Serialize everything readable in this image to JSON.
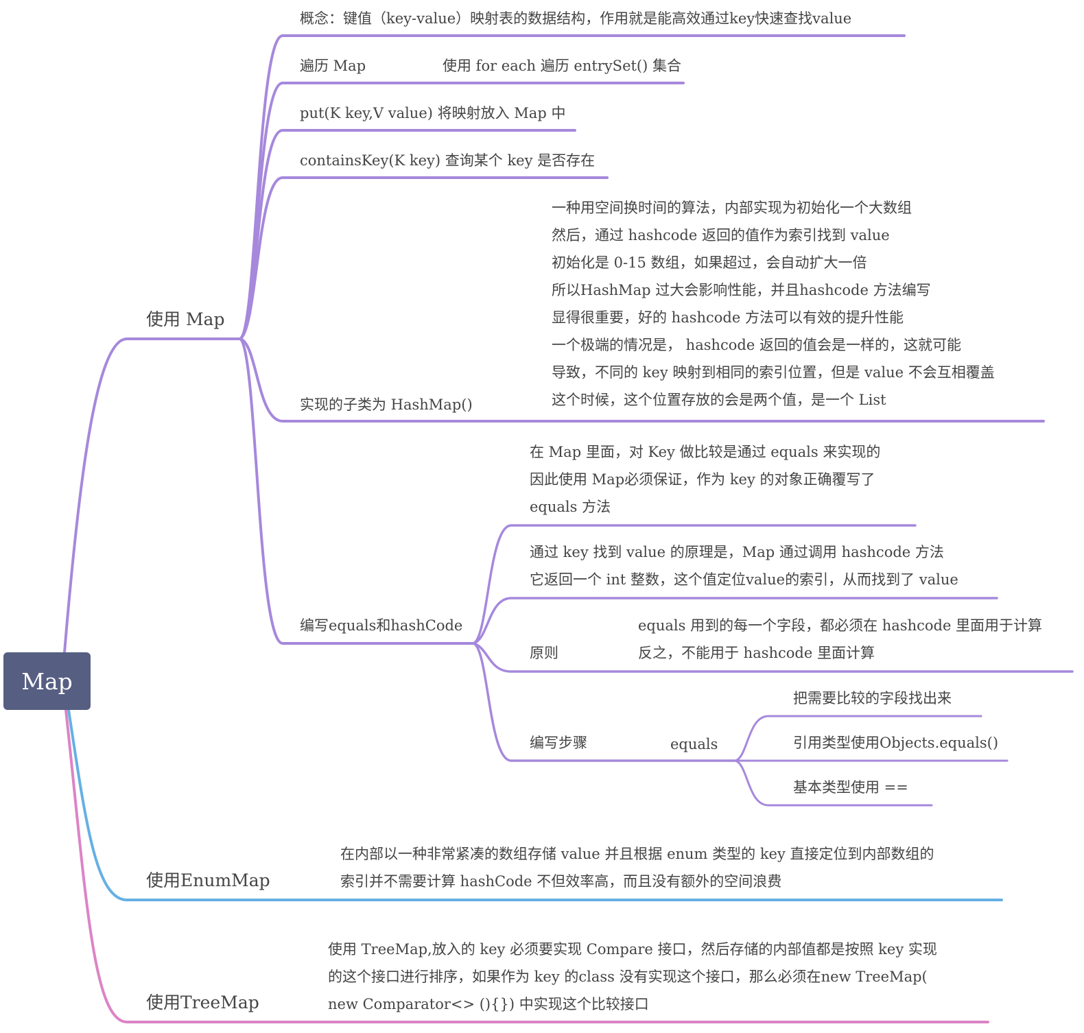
{
  "colors": {
    "root_bg": "#565e82",
    "branch_map": "#a688dc",
    "branch_enum": "#66b0e4",
    "branch_tree": "#dc84c6"
  },
  "root": {
    "label": "Map"
  },
  "use_map": {
    "label": "使用 Map",
    "concept": "概念：键值（key-value）映射表的数据结构，作用就是能高效通过key快速查找value",
    "iterate": {
      "label": "遍历 Map",
      "detail": "使用 for each 遍历 entrySet() 集合"
    },
    "put": "put(K key,V value) 将映射放入 Map 中",
    "contains": "containsKey(K key) 查询某个 key 是否存在",
    "hashmap": {
      "label": "实现的子类为 HashMap()",
      "detail": [
        "一种用空间换时间的算法，内部实现为初始化一个大数组",
        "然后，通过 hashcode 返回的值作为索引找到 value",
        "初始化是 0-15 数组，如果超过，会自动扩大一倍",
        "所以HashMap 过大会影响性能，并且hashcode 方法编写",
        "显得很重要，好的 hashcode 方法可以有效的提升性能",
        "一个极端的情况是， hashcode 返回的值会是一样的，这就可能",
        "导致，不同的 key 映射到相同的索引位置，但是 value 不会互相覆盖",
        "这个时候，这个位置存放的会是两个值，是一个 List"
      ]
    },
    "equals_hash": {
      "label": "编写equals和hashCode",
      "note1": [
        "在 Map 里面，对 Key 做比较是通过 equals 来实现的",
        "因此使用 Map必须保证，作为 key 的对象正确覆写了",
        "equals 方法"
      ],
      "note2": [
        "通过 key 找到 value 的原理是，Map 通过调用 hashcode 方法",
        "它返回一个 int 整数，这个值定位value的索引，从而找到了 value"
      ],
      "principle": {
        "label": "原则",
        "detail": [
          "equals 用到的每一个字段，都必须在 hashcode 里面用于计算",
          "反之，不能用于 hashcode 里面计算"
        ]
      },
      "steps": {
        "label": "编写步骤",
        "equals": {
          "label": "equals",
          "items": [
            "把需要比较的字段找出来",
            "引用类型使用Objects.equals()",
            "基本类型使用 =="
          ]
        }
      }
    }
  },
  "use_enummap": {
    "label": "使用EnumMap",
    "detail": [
      "在内部以一种非常紧凑的数组存储 value 并且根据 enum 类型的 key 直接定位到内部数组的",
      "索引并不需要计算 hashCode 不但效率高，而且没有额外的空间浪费"
    ]
  },
  "use_treemap": {
    "label": "使用TreeMap",
    "detail": [
      "使用 TreeMap,放入的 key 必须要实现 Compare 接口，然后存储的内部值都是按照 key 实现",
      "的这个接口进行排序，如果作为 key 的class 没有实现这个接口，那么必须在new TreeMap(",
      "new Comparator<> (){}) 中实现这个比较接口"
    ]
  }
}
